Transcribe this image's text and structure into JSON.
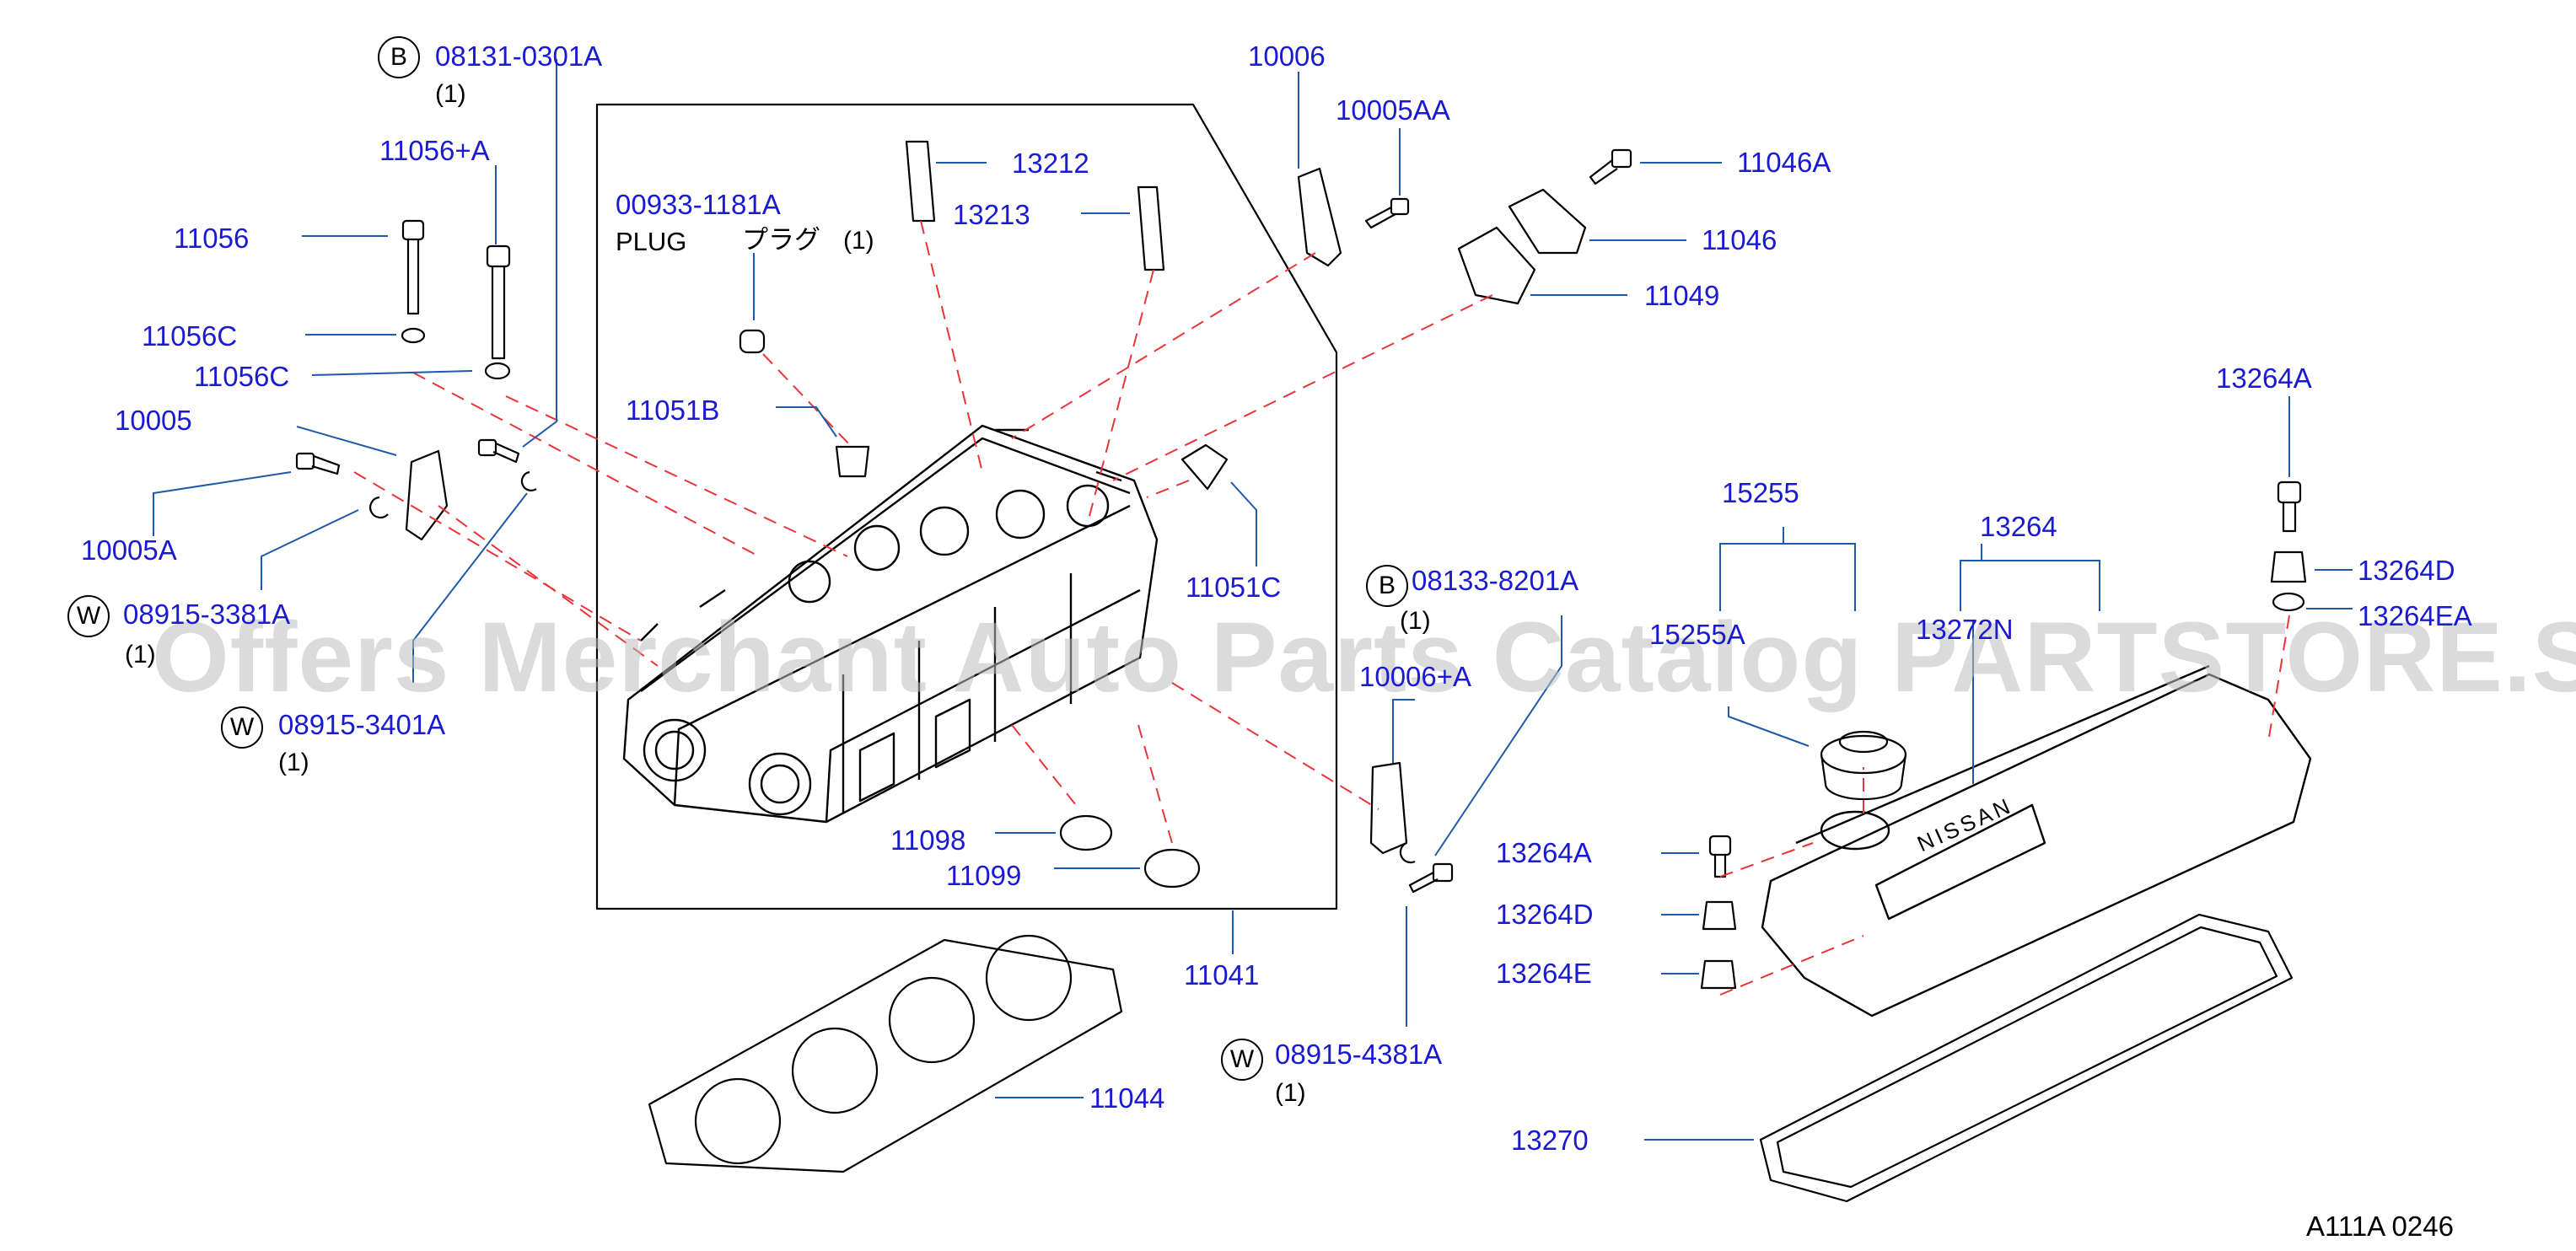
{
  "watermark": "Offers Merchant Auto Parts Catalog PARTSTORE.SA",
  "diagram_code": "A111A  0246",
  "plug_text": "PLUG",
  "plug_jp": "プラグ",
  "qty": "(1)",
  "prefix_b": "B",
  "prefix_w": "W",
  "cover_logo": "NISSAN",
  "parts": {
    "p08131": "08131-0301A",
    "p11056pa": "11056+A",
    "p11056": "11056",
    "p11056c_1": "11056C",
    "p11056c_2": "11056C",
    "p10005": "10005",
    "p10005a": "10005A",
    "p08915_33": "08915-3381A",
    "p08915_34": "08915-3401A",
    "p00933": "00933-1181A",
    "p13212": "13212",
    "p13213": "13213",
    "p11051b": "11051B",
    "p10006": "10006",
    "p10005aa": "10005AA",
    "p11046a": "11046A",
    "p11046": "11046",
    "p11049": "11049",
    "p11051c": "11051C",
    "p11098": "11098",
    "p11099": "11099",
    "p11041": "11041",
    "p11044": "11044",
    "p08133": "08133-8201A",
    "p10006a": "10006+A",
    "p08915_43": "08915-4381A",
    "p13264a_top": "13264A",
    "p15255": "15255",
    "p15255a": "15255A",
    "p13264": "13264",
    "p13272n": "13272N",
    "p13264d_top": "13264D",
    "p13264ea": "13264EA",
    "p13264a": "13264A",
    "p13264d": "13264D",
    "p13264e": "13264E",
    "p13270": "13270"
  },
  "colors": {
    "label": "#1a1ad0",
    "leader": "#1e5aa8",
    "dash": "#e8343a",
    "line": "#000000"
  }
}
